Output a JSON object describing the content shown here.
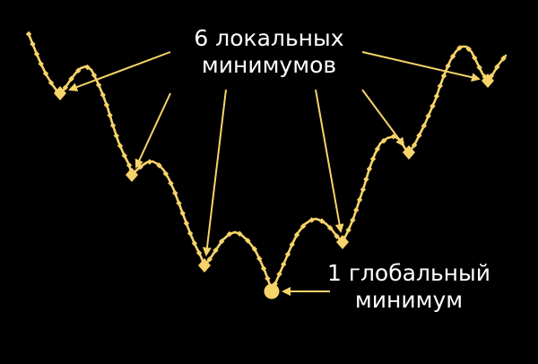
{
  "local_label": {
    "line1": "6 локальных",
    "line2": "минимумов"
  },
  "global_label": {
    "line1": "1 глобальный",
    "line2": "минимум"
  },
  "colors": {
    "background": "#000000",
    "curve": "#f6d46a",
    "text": "#ffffff"
  }
}
